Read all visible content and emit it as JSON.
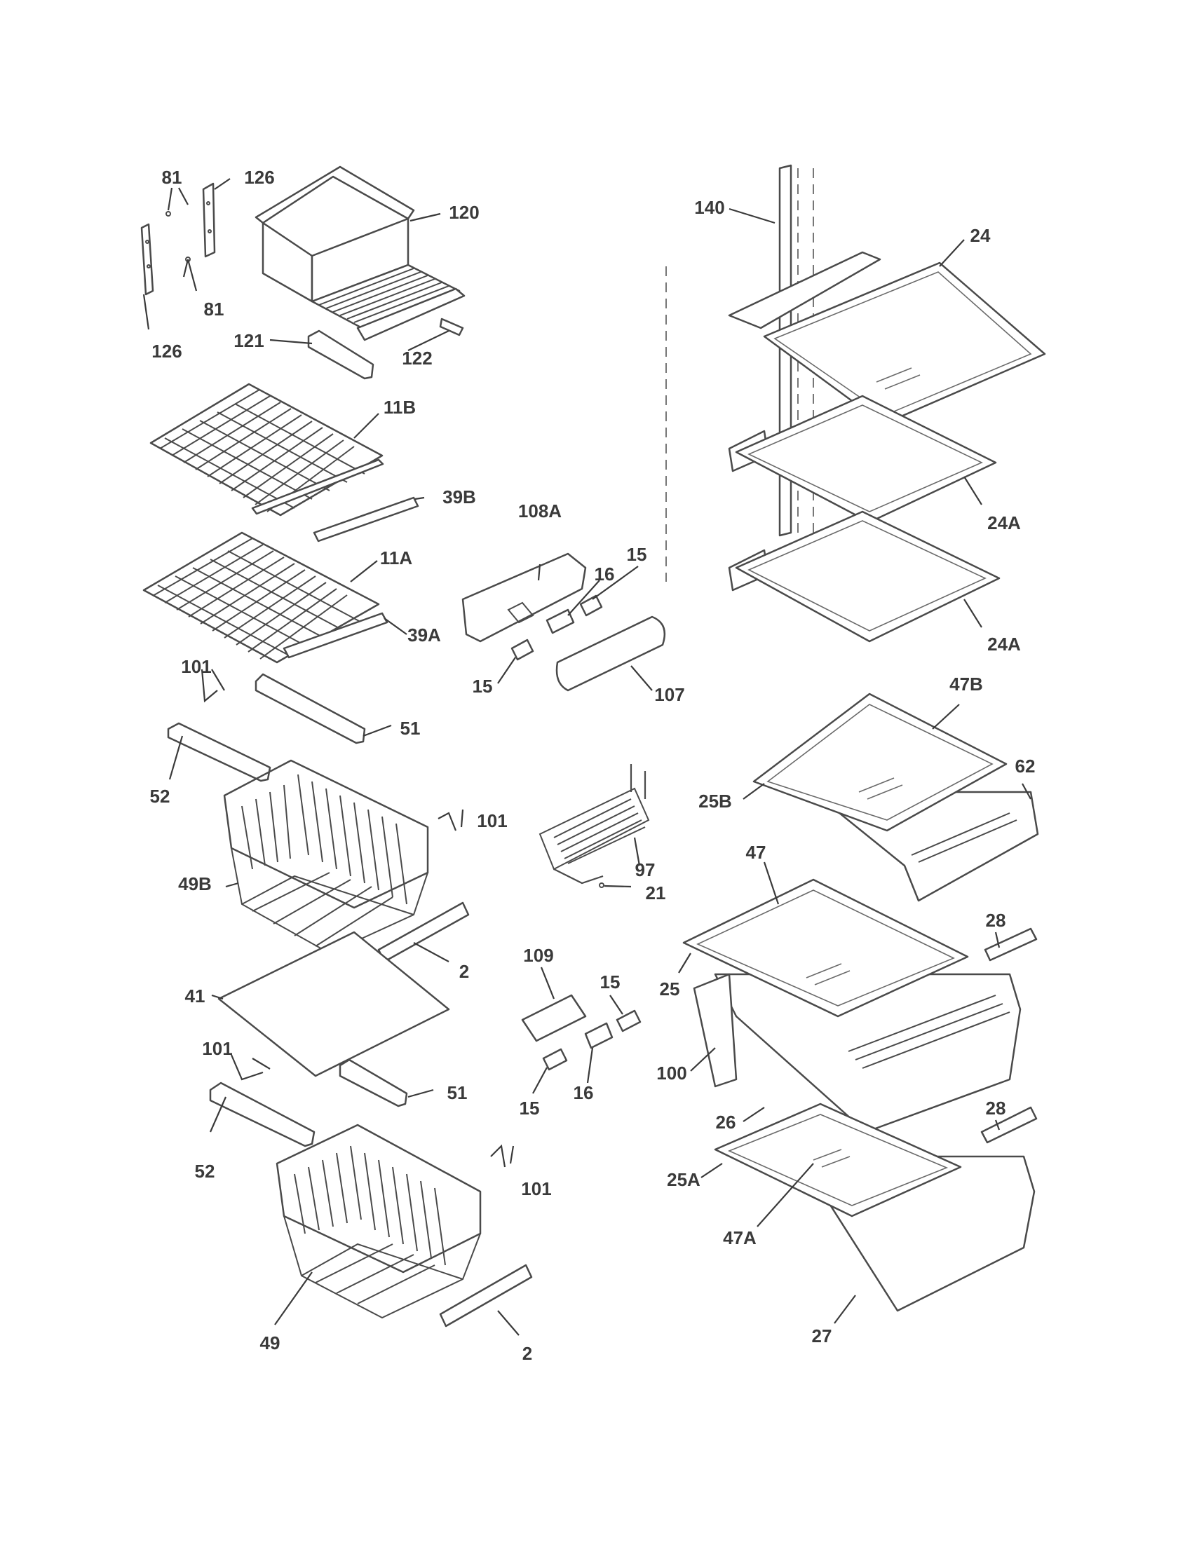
{
  "callouts": [
    {
      "id": "c-81-top",
      "text": "81"
    },
    {
      "id": "c-126-top",
      "text": "126"
    },
    {
      "id": "c-120",
      "text": "120"
    },
    {
      "id": "c-81-bot",
      "text": "81"
    },
    {
      "id": "c-126-bot",
      "text": "126"
    },
    {
      "id": "c-121",
      "text": "121"
    },
    {
      "id": "c-122",
      "text": "122"
    },
    {
      "id": "c-11B",
      "text": "11B"
    },
    {
      "id": "c-39B",
      "text": "39B"
    },
    {
      "id": "c-11A",
      "text": "11A"
    },
    {
      "id": "c-39A",
      "text": "39A"
    },
    {
      "id": "c-108A",
      "text": "108A"
    },
    {
      "id": "c-16-top",
      "text": "16"
    },
    {
      "id": "c-15-top-right",
      "text": "15"
    },
    {
      "id": "c-15-top-left",
      "text": "15"
    },
    {
      "id": "c-107",
      "text": "107"
    },
    {
      "id": "c-140",
      "text": "140"
    },
    {
      "id": "c-24",
      "text": "24"
    },
    {
      "id": "c-24A-top",
      "text": "24A"
    },
    {
      "id": "c-24A-bot",
      "text": "24A"
    },
    {
      "id": "c-101-a",
      "text": "101"
    },
    {
      "id": "c-51-top",
      "text": "51"
    },
    {
      "id": "c-52-top",
      "text": "52"
    },
    {
      "id": "c-101-b",
      "text": "101"
    },
    {
      "id": "c-49B",
      "text": "49B"
    },
    {
      "id": "c-2-top",
      "text": "2"
    },
    {
      "id": "c-41",
      "text": "41"
    },
    {
      "id": "c-101-c",
      "text": "101"
    },
    {
      "id": "c-51-bot",
      "text": "51"
    },
    {
      "id": "c-52-bot",
      "text": "52"
    },
    {
      "id": "c-101-d",
      "text": "101"
    },
    {
      "id": "c-49",
      "text": "49"
    },
    {
      "id": "c-2-bot",
      "text": "2"
    },
    {
      "id": "c-97",
      "text": "97"
    },
    {
      "id": "c-21",
      "text": "21"
    },
    {
      "id": "c-109",
      "text": "109"
    },
    {
      "id": "c-15-mid-right",
      "text": "15"
    },
    {
      "id": "c-15-mid-left",
      "text": "15"
    },
    {
      "id": "c-16-mid",
      "text": "16"
    },
    {
      "id": "c-47B",
      "text": "47B"
    },
    {
      "id": "c-62",
      "text": "62"
    },
    {
      "id": "c-25B",
      "text": "25B"
    },
    {
      "id": "c-47",
      "text": "47"
    },
    {
      "id": "c-28-top",
      "text": "28"
    },
    {
      "id": "c-25",
      "text": "25"
    },
    {
      "id": "c-100",
      "text": "100"
    },
    {
      "id": "c-26",
      "text": "26"
    },
    {
      "id": "c-28-bot",
      "text": "28"
    },
    {
      "id": "c-25A",
      "text": "25A"
    },
    {
      "id": "c-47A",
      "text": "47A"
    },
    {
      "id": "c-27",
      "text": "27"
    }
  ]
}
